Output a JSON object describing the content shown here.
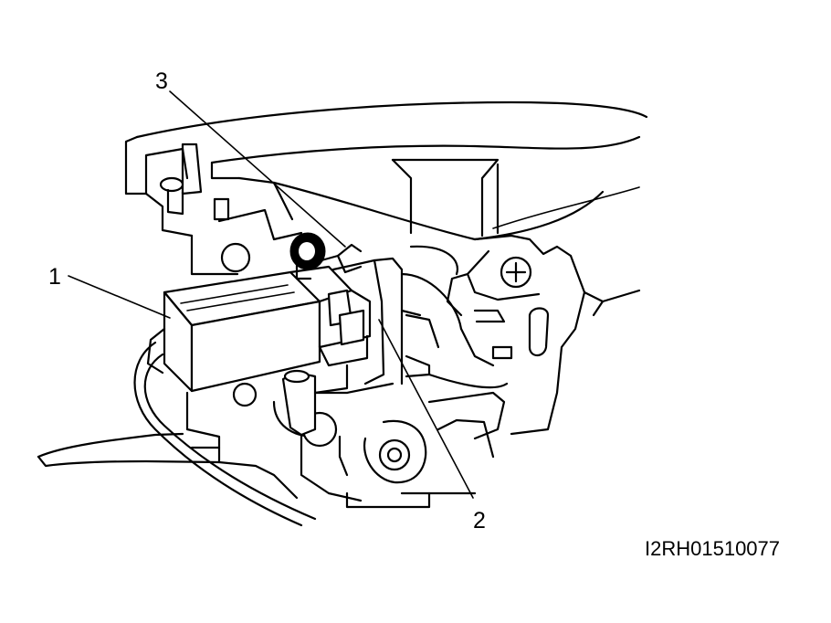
{
  "callouts": {
    "part_1": "1",
    "part_2": "2",
    "part_3": "3"
  },
  "figure_code": "I2RH01510077"
}
